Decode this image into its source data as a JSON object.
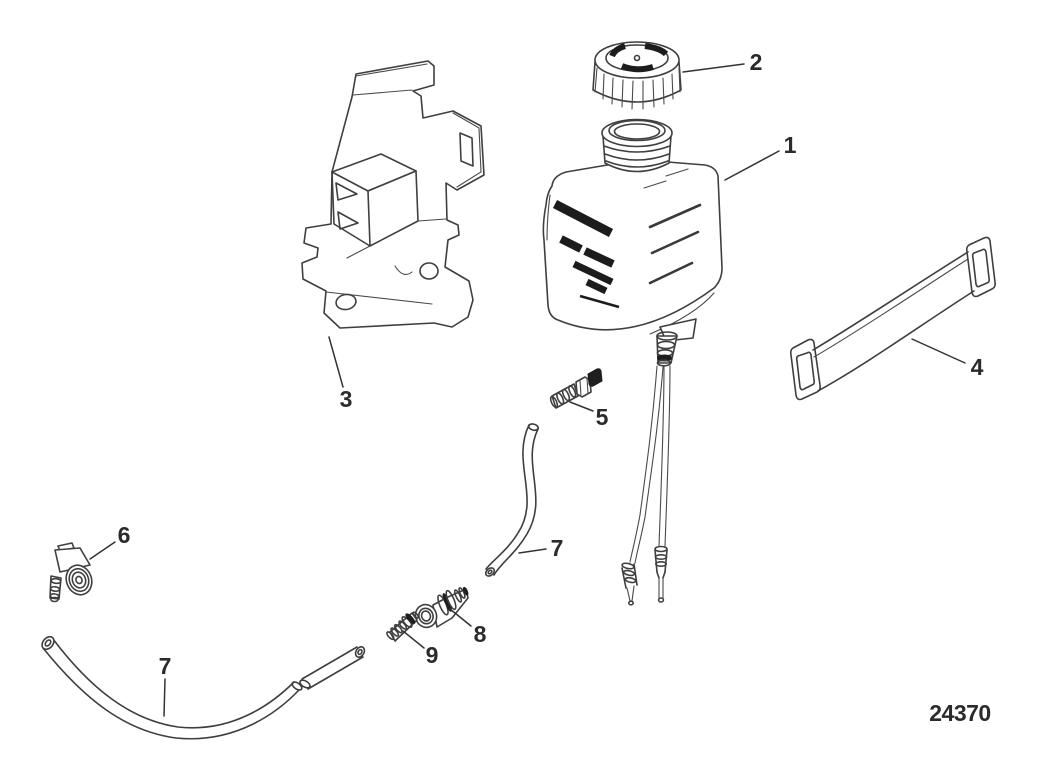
{
  "diagram": {
    "description": "Exploded parts diagram of an oil reservoir (gear lube monitor) kit with cap, mounting bracket, retainer strap, hoses and fittings",
    "drawing_number": "24370",
    "background_color": "#ffffff",
    "line_color": "#3f3f3f",
    "callout_color": "#2b2b2b",
    "callouts": [
      {
        "num": "1",
        "part": "reservoir-bottle"
      },
      {
        "num": "2",
        "part": "filler-cap"
      },
      {
        "num": "3",
        "part": "mounting-bracket"
      },
      {
        "num": "4",
        "part": "retainer-strap"
      },
      {
        "num": "5",
        "part": "barb-fitting-straight"
      },
      {
        "num": "6",
        "part": "elbow-fitting"
      },
      {
        "num": "7",
        "part": "hose-short"
      },
      {
        "num": "7",
        "part": "hose-long"
      },
      {
        "num": "8",
        "part": "quick-connect-fitting"
      },
      {
        "num": "9",
        "part": "barb-fitting-small"
      }
    ]
  }
}
